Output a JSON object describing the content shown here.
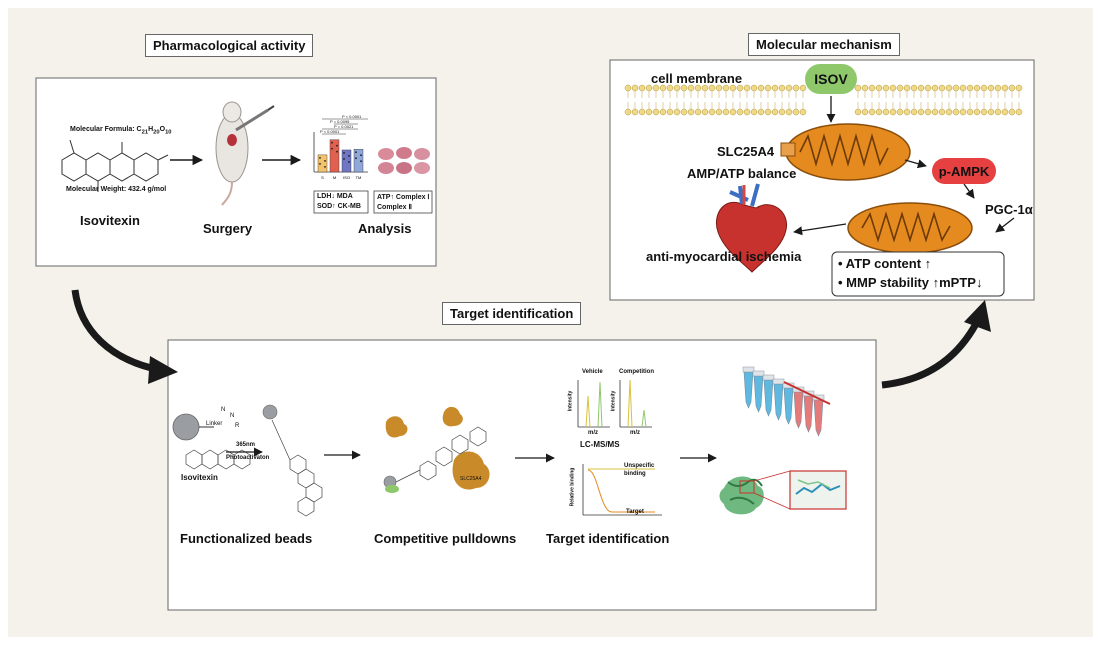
{
  "colors": {
    "background": "#f5f2ec",
    "panel": "#ffffff",
    "mito_orange": "#e58a1f",
    "isov_green": "#8fc86b",
    "pampk_red": "#e64040",
    "protein_brown": "#c98a2a",
    "arrow": "#1a1a1a"
  },
  "pharmacology": {
    "title": "Pharmacological  activity",
    "formula_prefix": "Molecular Formula: C",
    "formula_h": "H",
    "formula_o": "O",
    "formula_c_sub": "21",
    "formula_h_sub": "20",
    "formula_o_sub": "10",
    "weight": "Molecular Weight: 432.4 g/mol",
    "compound": "Isovitexin",
    "surgery": "Surgery",
    "analysis": "Analysis",
    "markers_left_1": "LDH↓ MDA",
    "markers_left_2": "SOD↑ CK-MB",
    "markers_right_1": "ATP↑ Complex Ⅰ",
    "markers_right_2": "Complex Ⅱ",
    "p_values": [
      "P < 0.0001",
      "P = 0.0021",
      "P = 0.0095",
      "P < 0.0001"
    ],
    "bar_groups": [
      "S",
      "M",
      "ISO",
      "TM"
    ],
    "bar_values": [
      0.45,
      0.85,
      0.58,
      0.6
    ],
    "bar_colors": [
      "#f2c36b",
      "#e2604f",
      "#6f76c4",
      "#8fa7d9"
    ]
  },
  "mechanism": {
    "title": "Molecular mechanism",
    "membrane": "cell membrane",
    "isov": "ISOV",
    "slc": "SLC25A4",
    "balance": "AMP/ATP balance",
    "pampk": "p-AMPK",
    "pgc": "PGC-1α",
    "outcome": "anti-myocardial ischemia",
    "effect_1": "• ATP content ↑",
    "effect_2": "• MMP stability ↑mPTP↓"
  },
  "target": {
    "title": "Target identification",
    "linker": "Linker",
    "nitrogen": "N",
    "r_group": "R",
    "wavelength": "365nm",
    "photo": "Photoactivaton",
    "compound": "Isovitexin",
    "slc_label": "SLC25A4",
    "vehicle": "Vehicle",
    "competition": "Competition",
    "intensity": "Intensity",
    "mz": "m/z",
    "lcms": "LC-MS/MS",
    "relative_binding": "Relative binding",
    "unspecific": "Unspecific binding",
    "target_curve": "Target",
    "step_1": "Functionalized beads",
    "step_2": "Competitive pulldowns",
    "step_3": "Target identification"
  }
}
